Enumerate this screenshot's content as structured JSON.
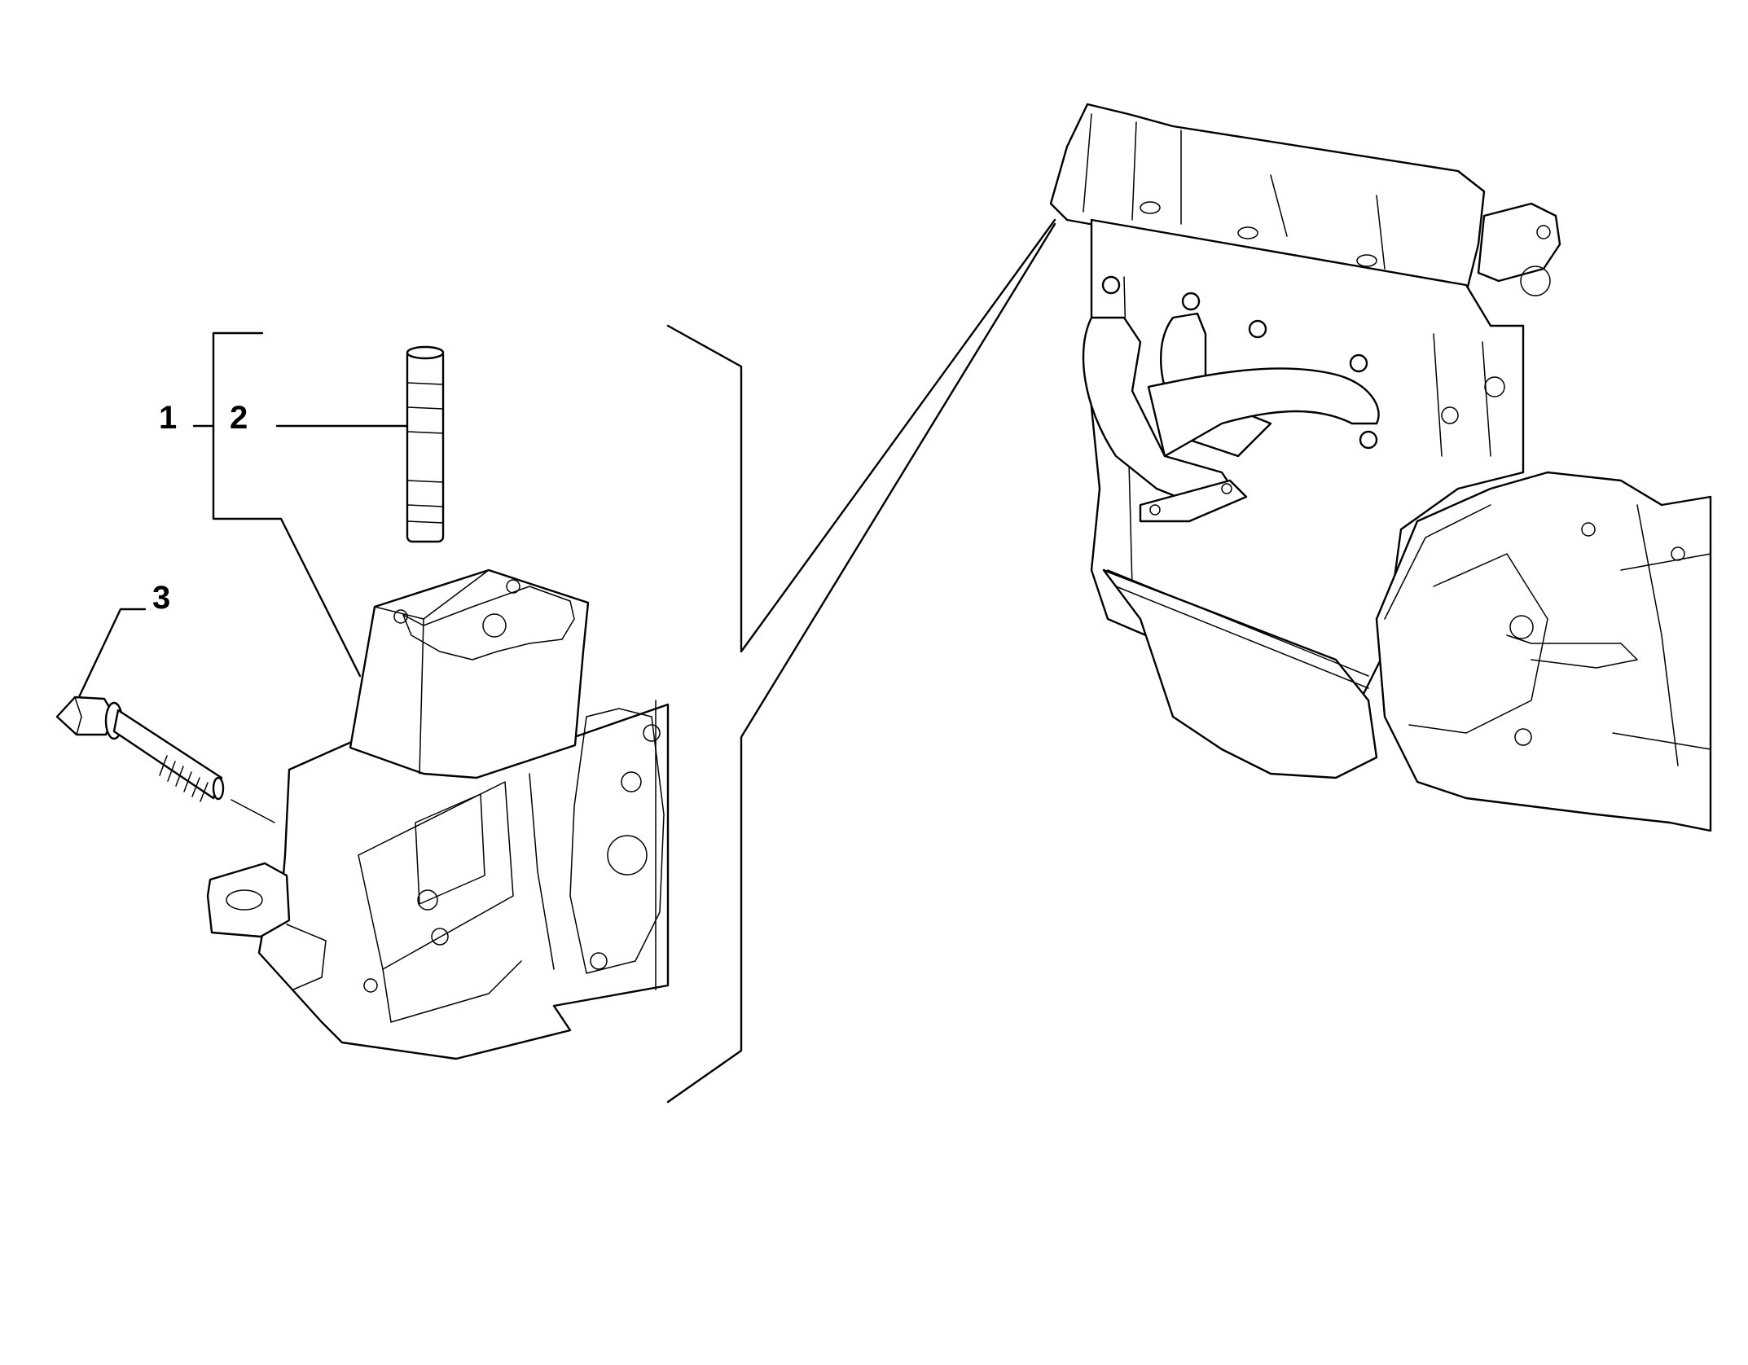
{
  "callouts": [
    {
      "id": "1",
      "label": "1"
    },
    {
      "id": "2",
      "label": "2"
    },
    {
      "id": "3",
      "label": "3"
    }
  ],
  "colors": {
    "line": "#000000",
    "background": "#ffffff"
  },
  "parts": {
    "mount": "engine-mount-bracket",
    "stud": "stud",
    "bolt": "flange-bolt",
    "context": "engine-gearbox-assembly"
  }
}
